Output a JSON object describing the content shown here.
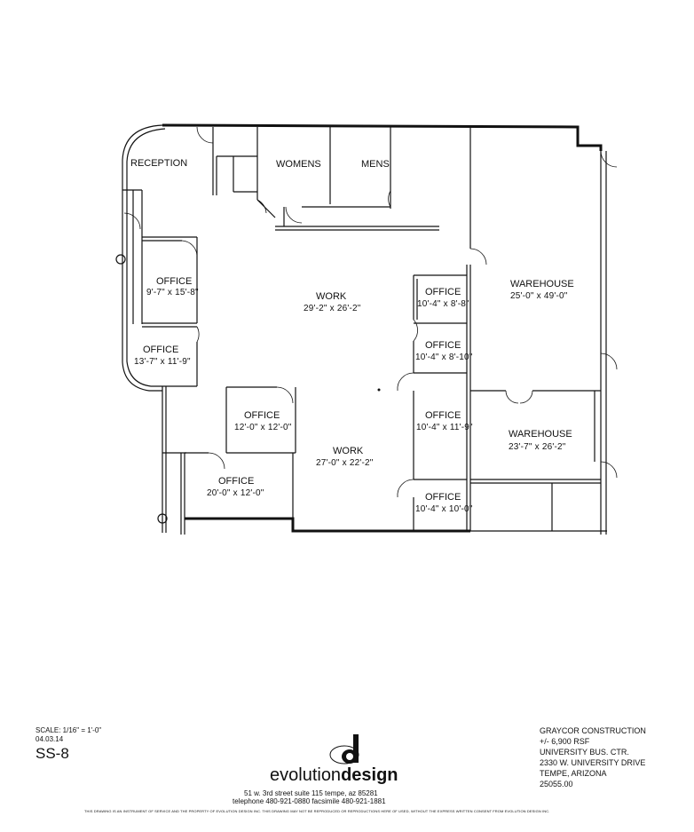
{
  "rooms": [
    {
      "name": "RECEPTION",
      "dims": ""
    },
    {
      "name": "WOMENS",
      "dims": ""
    },
    {
      "name": "MENS",
      "dims": ""
    },
    {
      "name": "OFFICE",
      "dims": "9'-7\" x 15'-8\""
    },
    {
      "name": "OFFICE",
      "dims": "13'-7\" x 11'-9\""
    },
    {
      "name": "WORK",
      "dims": "29'-2\" x 26'-2\""
    },
    {
      "name": "OFFICE",
      "dims": "10'-4\" x 8'-8\""
    },
    {
      "name": "OFFICE",
      "dims": "10'-4\" x 8'-10\""
    },
    {
      "name": "WAREHOUSE",
      "dims": "25'-0\" x 49'-0\""
    },
    {
      "name": "OFFICE",
      "dims": "12'-0\" x 12'-0\""
    },
    {
      "name": "OFFICE",
      "dims": "10'-4\" x 11'-9\""
    },
    {
      "name": "WAREHOUSE",
      "dims": "23'-7\" x 26'-2\""
    },
    {
      "name": "WORK",
      "dims": "27'-0\" x 22'-2\""
    },
    {
      "name": "OFFICE",
      "dims": "20'-0\" x 12'-0\""
    },
    {
      "name": "OFFICE",
      "dims": "10'-4\" x 10'-0\""
    }
  ],
  "title_block": {
    "scale": "SCALE:  1/16\" = 1'-0\"",
    "date": "04.03.14",
    "sheet": "SS-8",
    "brand_light": "evolution",
    "brand_bold": "design",
    "address": "51 w. 3rd street   suite 115   tempe, az   85281",
    "phone": "telephone   480-921-0880   facsimile   480-921-1881",
    "disclaimer": "THIS DRAWING IS AN INSTRUMENT OF SERVICE AND THE PROPERTY OF EVOLUTION DESIGN INC.   THIS DRAWING MAY NOT BE REPRODUCED OR REPRODUCTIONS HERE OF USED, WITHOUT THE EXPRESS WRITTEN CONSENT FROM EVOLUTION DESIGN INC.",
    "project": [
      "GRAYCOR CONSTRUCTION",
      "+/-  6,900 RSF",
      "UNIVERSITY BUS. CTR.",
      "2330 W. UNIVERSITY DRIVE",
      "TEMPE, ARIZONA",
      "25055.00"
    ]
  },
  "colors": {
    "line": "#111111",
    "background": "#ffffff"
  }
}
